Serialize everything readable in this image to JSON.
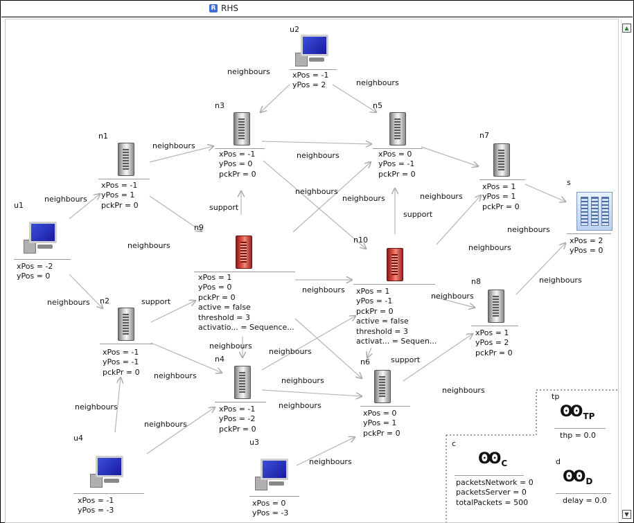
{
  "window": {
    "title": "RHS",
    "title_icon": "R"
  },
  "nodes": {
    "u2": {
      "name": "u2",
      "attrs": "xPos = -1\nyPos = 2"
    },
    "n3": {
      "name": "n3",
      "attrs": "xPos = -1\nyPos = 0\npckPr = 0"
    },
    "n5": {
      "name": "n5",
      "attrs": "xPos = 0\nyPos = -1\npckPr = 0"
    },
    "n1": {
      "name": "n1",
      "attrs": "xPos = -1\nyPos = 1\npckPr = 0"
    },
    "n7": {
      "name": "n7",
      "attrs": "xPos = 1\nyPos = 1\npckPr = 0"
    },
    "s": {
      "name": "s",
      "attrs": "xPos = 2\nyPos = 0"
    },
    "u1": {
      "name": "u1",
      "attrs": "xPos = -2\nyPos = 0"
    },
    "n9": {
      "name": "n9",
      "attrs": "xPos = 1\nyPos = 0\npckPr = 0\nactive = false\nthreshold = 3\nactivatio... = Sequence..."
    },
    "n10": {
      "name": "n10",
      "attrs": "xPos = 1\nyPos = -1\npckPr = 0\nactive = false\nthreshold = 3\nactivat... = Sequen..."
    },
    "n2": {
      "name": "n2",
      "attrs": "xPos = -1\nyPos = -1\npckPr = 0"
    },
    "n8": {
      "name": "n8",
      "attrs": "xPos = 1\nyPos = 2\npckPr = 0"
    },
    "n4": {
      "name": "n4",
      "attrs": "xPos = -1\nyPos = -2\npckPr = 0"
    },
    "n6": {
      "name": "n6",
      "attrs": "xPos = 0\nyPos = 1\npckPr = 0"
    },
    "u4": {
      "name": "u4",
      "attrs": "xPos = -1\nyPos = -3"
    },
    "u3": {
      "name": "u3",
      "attrs": "xPos = 0\nyPos = -3"
    },
    "tp": {
      "name": "tp",
      "attrs": "thp = 0.0",
      "glyph": "TP"
    },
    "c": {
      "name": "c",
      "attrs": "packetsNetwork = 0\npacketsServer = 0\ntotalPackets = 500",
      "glyph": "C"
    },
    "d": {
      "name": "d",
      "attrs": "delay = 0.0",
      "glyph": "D"
    }
  },
  "edge_labels": [
    "neighbours",
    "neighbours",
    "neighbours",
    "neighbours",
    "neighbours",
    "neighbours",
    "neighbours",
    "support",
    "neighbours",
    "neighbours",
    "support",
    "neighbours",
    "neighbours",
    "neighbours",
    "neighbours",
    "neighbours",
    "support",
    "neighbours",
    "neighbours",
    "neighbours",
    "support",
    "neighbours",
    "neighbours",
    "neighbours",
    "neighbours",
    "neighbours",
    "neighbours"
  ],
  "icons": {
    "user": "monitor-icon",
    "router": "server-icon",
    "support_router": "red-server-icon",
    "server": "server-cluster-icon",
    "probe": "eyes-probe-icon"
  },
  "colors": {
    "edge": "#b4b4b4",
    "support_node": "#c0392b",
    "screen": "#2a36c8"
  }
}
